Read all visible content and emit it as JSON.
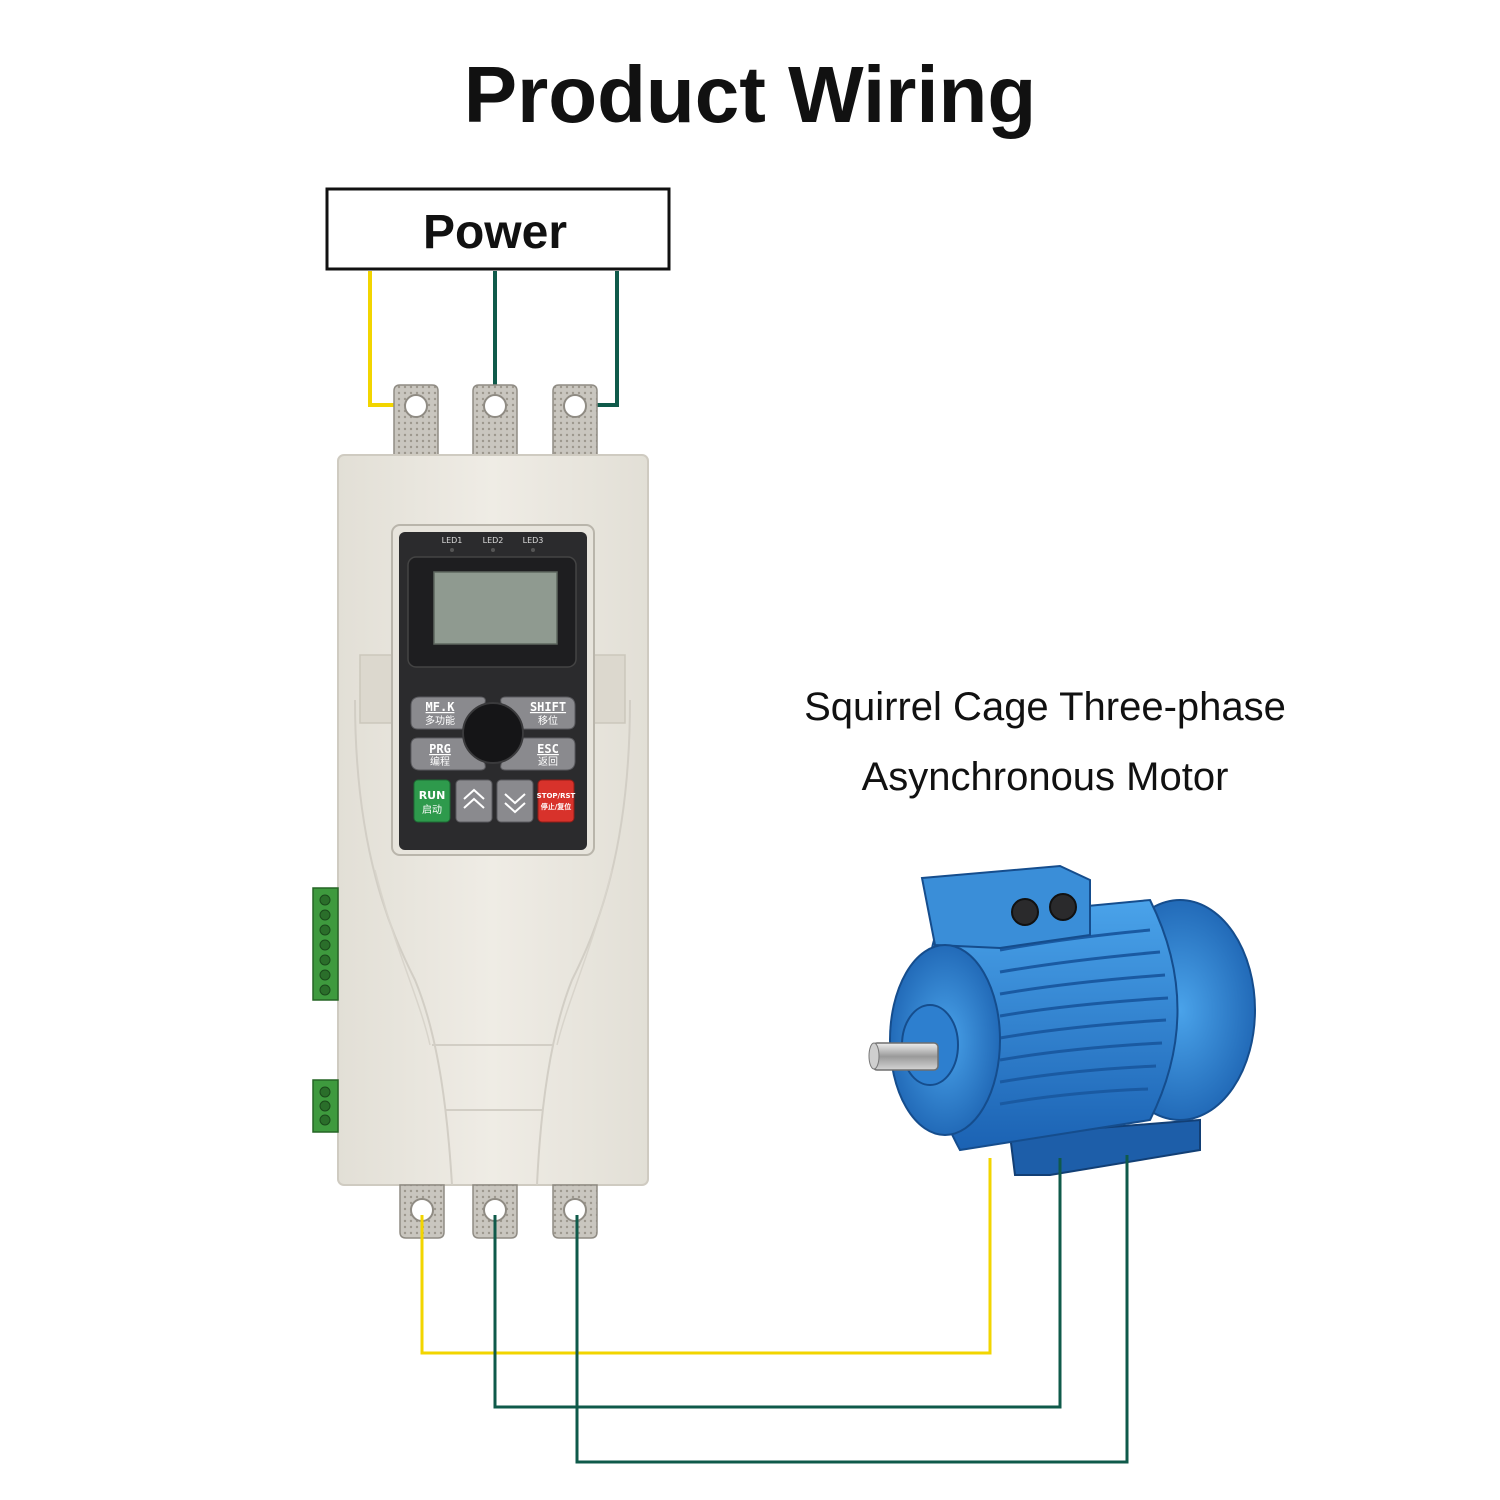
{
  "title": "Product Wiring",
  "power": {
    "label": "Power"
  },
  "motor": {
    "label_line1": "Squirrel Cage Three-phase",
    "label_line2": "Asynchronous Motor"
  },
  "keypad": {
    "leds": [
      "LED1",
      "LED2",
      "LED3"
    ],
    "mfk_top": "MF.K",
    "mfk_bot": "多功能",
    "shift_top": "SHIFT",
    "shift_bot": "移位",
    "prg_top": "PRG",
    "prg_bot": "编程",
    "esc_top": "ESC",
    "esc_bot": "返回",
    "run_top": "RUN",
    "run_bot": "启动",
    "stop_top": "STOP/RST",
    "stop_bot": "停止/复位"
  },
  "colors": {
    "wire_yellow": "#f2d500",
    "wire_green": "#0f5a4a",
    "motor_blue": "#2f86d6",
    "starter_body": "#ebe8df",
    "stop_red": "#d8322b",
    "run_green": "#2e9a4c",
    "terminal_green": "#3e9a3e"
  }
}
